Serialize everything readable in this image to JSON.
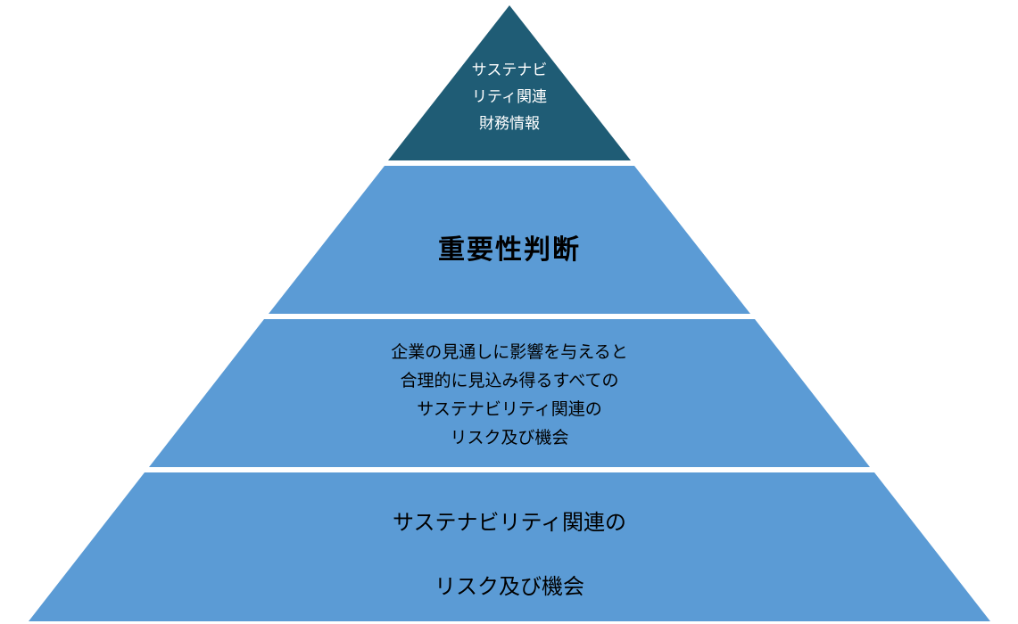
{
  "diagram": {
    "type": "pyramid",
    "title": "",
    "background_color": "#FFFFFF",
    "separator_color": "#FFFFFF",
    "levels": [
      {
        "id": "level-1-top",
        "color": "#1F5C75",
        "text_color": "#FFFFFF",
        "lines": [
          "サステナビ",
          "リティ関連",
          "財務情報"
        ]
      },
      {
        "id": "level-2",
        "color": "#5B9BD5",
        "text_color": "#000000",
        "lines": [
          "重要性判断"
        ]
      },
      {
        "id": "level-3",
        "color": "#5B9BD5",
        "text_color": "#000000",
        "lines": [
          "企業の見通しに影響を与えると",
          "合理的に見込み得るすべての",
          "サステナビリティ関連の",
          "リスク及び機会"
        ]
      },
      {
        "id": "level-4-base",
        "color": "#5B9BD5",
        "text_color": "#000000",
        "lines": [
          "サステナビリティ関連の",
          "リスク及び機会"
        ]
      }
    ]
  }
}
